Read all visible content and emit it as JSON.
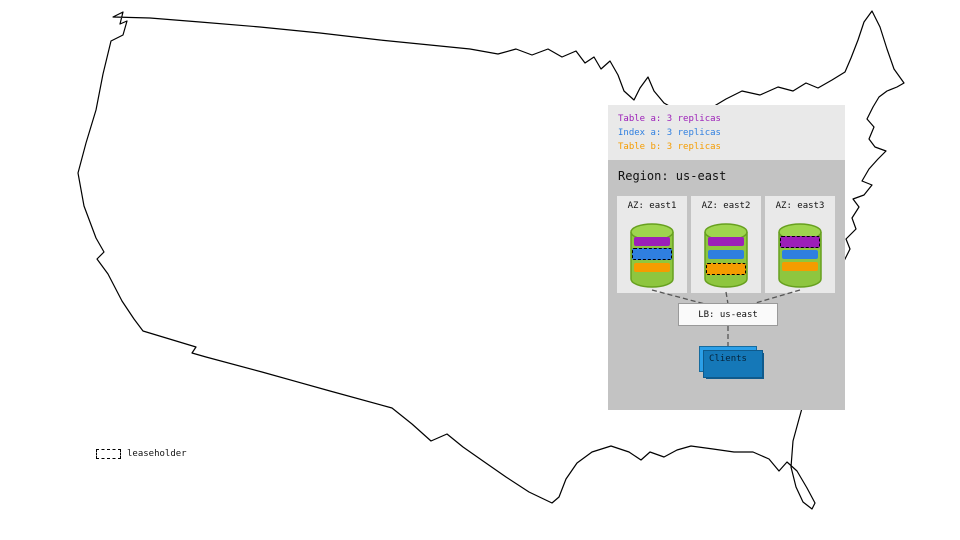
{
  "legend": {
    "items": [
      {
        "label": "Table a: 3 replicas",
        "color": "#9c1fb8"
      },
      {
        "label": "Index a: 3 replicas",
        "color": "#2f7fe0"
      },
      {
        "label": "Table b: 3 replicas",
        "color": "#f59c00"
      }
    ]
  },
  "region": {
    "label": "Region: us-east",
    "azs": [
      {
        "label": "AZ: east1",
        "leaseholder_replica": "index-a"
      },
      {
        "label": "AZ: east2",
        "leaseholder_replica": "table-b"
      },
      {
        "label": "AZ: east3",
        "leaseholder_replica": "table-a"
      }
    ],
    "lb": {
      "label": "LB: us-east"
    },
    "clients": {
      "label": "Clients"
    }
  },
  "footer_legend": {
    "label": "leaseholder"
  },
  "colors": {
    "table_a": "#9c1fb8",
    "index_a": "#2f7fe0",
    "table_b": "#f59c00",
    "cylinder_body": "#8ec63f",
    "cylinder_edge": "#67a01f",
    "region_bg": "#c3c3c3",
    "az_bg": "#e9e9e9",
    "clients_blue": "#2b9fe8",
    "map_outline": "#000000"
  }
}
